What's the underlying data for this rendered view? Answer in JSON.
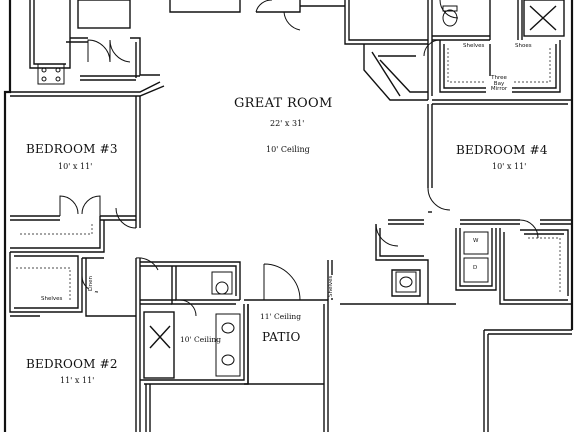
{
  "rooms": {
    "great_room": {
      "name": "GREAT ROOM",
      "size": "22' x 31'",
      "ceiling": "10' Ceiling"
    },
    "bedroom_3": {
      "name": "BEDROOM #3",
      "size": "10' x 11'"
    },
    "bedroom_4": {
      "name": "BEDROOM #4",
      "size": "10' x 11'"
    },
    "bedroom_2": {
      "name": "BEDROOM #2",
      "size": "11' x 11'"
    },
    "patio": {
      "name": "PATIO",
      "ceiling": "11' Ceiling"
    },
    "bath": {
      "ceiling": "10' Ceiling"
    }
  },
  "closets": {
    "shelves_top": "Shelves",
    "shoes": "Shoes",
    "three_bay_mirror": "Three Bay Mirror",
    "shelves_left": "Shelves",
    "linen": "Linen",
    "shelves_right": "Shelves"
  },
  "appliances": {
    "washer": "W",
    "dryer": "D"
  }
}
